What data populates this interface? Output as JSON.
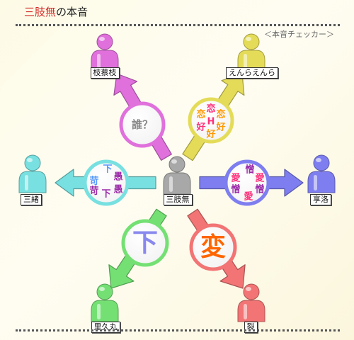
{
  "header": {
    "title_name": "三肢無",
    "title_suffix": "の本音",
    "subtitle": "＜本音チェッカー＞"
  },
  "people": {
    "center": "三肢無",
    "top_left": "枝蔡枝",
    "top_right": "えんらえんら",
    "left": "三緒",
    "right": "享洛",
    "bottom_left": "里久丸",
    "bottom_right": "裂"
  },
  "feelings": {
    "top_left": [
      "誰？"
    ],
    "top_right": [
      "恋",
      "恋",
      "H",
      "恋",
      "好",
      "好",
      "好"
    ],
    "left": [
      "下",
      "愚",
      "苛",
      "苛",
      "愚",
      "下"
    ],
    "right": [
      "憎",
      "愛",
      "愛",
      "憎",
      "憎",
      "愛"
    ],
    "bottom_left": [
      "下"
    ],
    "bottom_right": [
      "変"
    ]
  },
  "colors": {
    "top_left": "#e070dc",
    "top_right": "#e4dc58",
    "left": "#78e0e0",
    "right": "#7e7ef0",
    "bottom_left": "#74e074",
    "bottom_right": "#f27474",
    "center": "#a8a8a8"
  }
}
